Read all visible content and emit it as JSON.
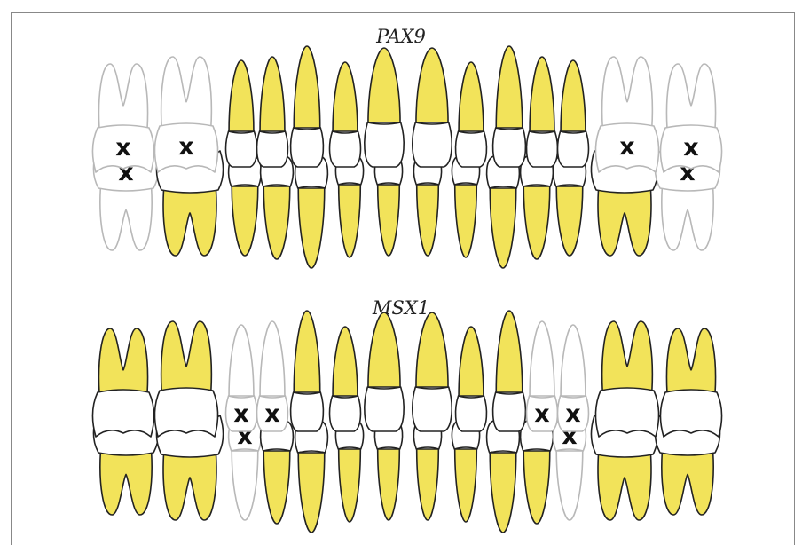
{
  "panels": [
    {
      "title": "PAX9",
      "missing_mark": "x",
      "missing_upper": [
        "upper-right-second-molar",
        "upper-right-first-molar",
        "upper-left-first-molar",
        "upper-left-second-molar"
      ],
      "missing_lower": [
        "lower-right-second-molar",
        "lower-left-second-molar"
      ]
    },
    {
      "title": "MSX1",
      "missing_mark": "x",
      "missing_upper": [
        "upper-right-second-premolar",
        "upper-right-first-premolar",
        "upper-left-first-premolar",
        "upper-left-second-premolar"
      ],
      "missing_lower": [
        "lower-right-second-premolar",
        "lower-left-second-premolar"
      ]
    }
  ],
  "colors": {
    "root_present": "#f2e35a",
    "root_missing": "#ffffff",
    "outline_present": "#222222",
    "outline_missing": "#b8b8b8",
    "crown": "#ffffff"
  }
}
